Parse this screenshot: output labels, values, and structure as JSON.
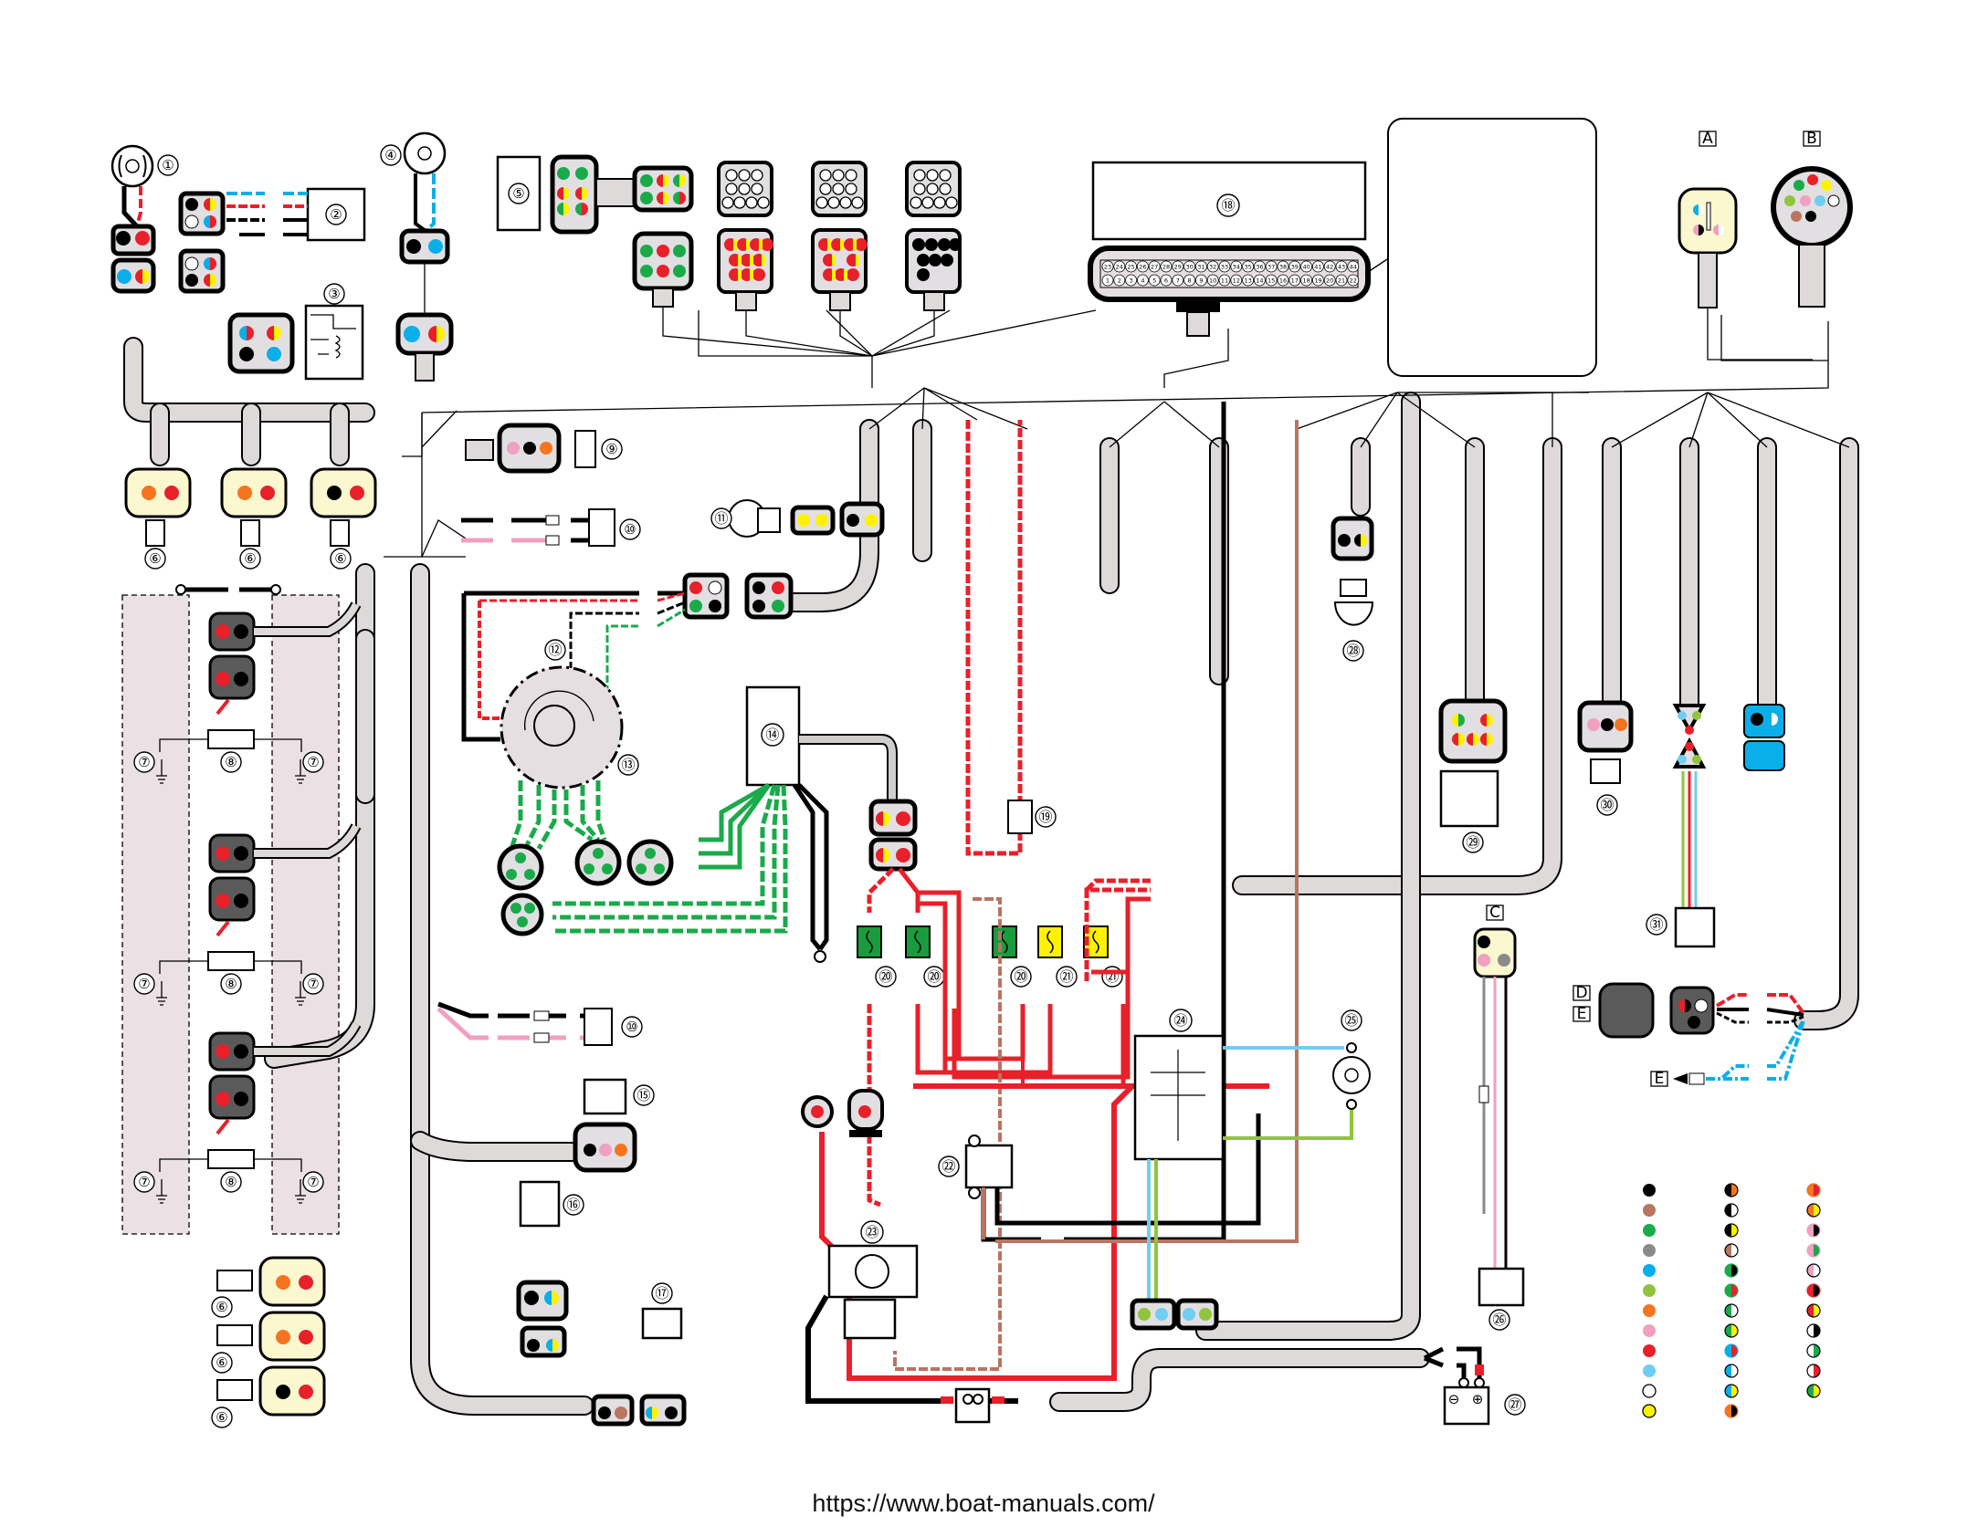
{
  "document": {
    "type": "outboard wiring diagram",
    "footer_url": "https://www.boat-manuals.com/"
  },
  "components": [
    {
      "id": "1",
      "label": "①"
    },
    {
      "id": "2",
      "label": "②"
    },
    {
      "id": "3",
      "label": "③"
    },
    {
      "id": "4",
      "label": "④"
    },
    {
      "id": "5",
      "label": "⑤"
    },
    {
      "id": "6",
      "label": "⑥"
    },
    {
      "id": "7",
      "label": "⑦"
    },
    {
      "id": "8",
      "label": "⑧"
    },
    {
      "id": "9",
      "label": "⑨"
    },
    {
      "id": "10",
      "label": "⑩"
    },
    {
      "id": "11",
      "label": "⑪"
    },
    {
      "id": "12",
      "label": "⑫"
    },
    {
      "id": "13",
      "label": "⑬"
    },
    {
      "id": "14",
      "label": "⑭"
    },
    {
      "id": "15",
      "label": "⑮"
    },
    {
      "id": "16",
      "label": "⑯"
    },
    {
      "id": "17",
      "label": "⑰"
    },
    {
      "id": "18",
      "label": "⑱"
    },
    {
      "id": "19",
      "label": "⑲"
    },
    {
      "id": "20",
      "label": "⑳"
    },
    {
      "id": "21",
      "label": "㉑"
    },
    {
      "id": "22",
      "label": "㉒"
    },
    {
      "id": "23",
      "label": "㉓"
    },
    {
      "id": "24",
      "label": "㉔"
    },
    {
      "id": "25",
      "label": "㉕"
    },
    {
      "id": "26",
      "label": "㉖"
    },
    {
      "id": "27",
      "label": "㉗"
    },
    {
      "id": "28",
      "label": "㉘"
    },
    {
      "id": "29",
      "label": "㉙"
    },
    {
      "id": "30",
      "label": "㉚"
    },
    {
      "id": "31",
      "label": "㉛"
    }
  ],
  "connector_refs": {
    "A": "A",
    "B": "B",
    "C": "C",
    "D": "D",
    "E": "E"
  },
  "ecu_connector": {
    "top_row_pins": [
      "23",
      "24",
      "25",
      "26",
      "27",
      "28",
      "29",
      "30",
      "31",
      "32",
      "33",
      "34",
      "35",
      "36",
      "37",
      "38",
      "39",
      "40",
      "41",
      "42",
      "43",
      "44"
    ],
    "bottom_row_pins": [
      "1",
      "2",
      "3",
      "4",
      "5",
      "6",
      "7",
      "8",
      "9",
      "10",
      "11",
      "12",
      "13",
      "14",
      "15",
      "16",
      "17",
      "18",
      "19",
      "20",
      "21",
      "22"
    ]
  },
  "battery": {
    "negative": "⊖",
    "positive": "⊕"
  },
  "color_legend": {
    "column_1": [
      {
        "name": "black",
        "colors": [
          "#000000"
        ]
      },
      {
        "name": "brown",
        "colors": [
          "#b87560"
        ]
      },
      {
        "name": "green",
        "colors": [
          "#1aaa4a"
        ]
      },
      {
        "name": "gray",
        "colors": [
          "#8a8a8a"
        ]
      },
      {
        "name": "blue",
        "colors": [
          "#0aaee8"
        ]
      },
      {
        "name": "light green",
        "colors": [
          "#8fc43c"
        ]
      },
      {
        "name": "orange",
        "colors": [
          "#f57420"
        ]
      },
      {
        "name": "pink",
        "colors": [
          "#f0a0c0"
        ]
      },
      {
        "name": "red",
        "colors": [
          "#e8202a"
        ]
      },
      {
        "name": "sky blue",
        "colors": [
          "#70cdf4"
        ]
      },
      {
        "name": "white",
        "colors": [
          "#ffffff"
        ]
      },
      {
        "name": "yellow",
        "colors": [
          "#fff200"
        ]
      }
    ],
    "column_2": [
      {
        "name": "black/orange",
        "colors": [
          "#000000",
          "#f57420"
        ]
      },
      {
        "name": "black/white",
        "colors": [
          "#000000",
          "#ffffff"
        ]
      },
      {
        "name": "black/yellow",
        "colors": [
          "#000000",
          "#fff200"
        ]
      },
      {
        "name": "brown/white",
        "colors": [
          "#b87560",
          "#ffffff"
        ]
      },
      {
        "name": "green/black",
        "colors": [
          "#1aaa4a",
          "#000000"
        ]
      },
      {
        "name": "green/red",
        "colors": [
          "#1aaa4a",
          "#e8202a"
        ]
      },
      {
        "name": "green/white",
        "colors": [
          "#1aaa4a",
          "#ffffff"
        ]
      },
      {
        "name": "green/yellow",
        "colors": [
          "#1aaa4a",
          "#fff200"
        ]
      },
      {
        "name": "blue/red",
        "colors": [
          "#0aaee8",
          "#e8202a"
        ]
      },
      {
        "name": "blue/white",
        "colors": [
          "#0aaee8",
          "#ffffff"
        ]
      },
      {
        "name": "blue/yellow",
        "colors": [
          "#0aaee8",
          "#fff200"
        ]
      },
      {
        "name": "orange/black",
        "colors": [
          "#f57420",
          "#000000"
        ]
      }
    ],
    "column_3": [
      {
        "name": "orange/red",
        "colors": [
          "#f57420",
          "#e8202a"
        ]
      },
      {
        "name": "orange/yellow",
        "colors": [
          "#f57420",
          "#fff200"
        ]
      },
      {
        "name": "pink/black",
        "colors": [
          "#f0a0c0",
          "#000000"
        ]
      },
      {
        "name": "pink/green",
        "colors": [
          "#f0a0c0",
          "#1aaa4a"
        ]
      },
      {
        "name": "pink/white",
        "colors": [
          "#f0a0c0",
          "#ffffff"
        ]
      },
      {
        "name": "red/black",
        "colors": [
          "#e8202a",
          "#000000"
        ]
      },
      {
        "name": "red/yellow",
        "colors": [
          "#e8202a",
          "#fff200"
        ]
      },
      {
        "name": "white/black",
        "colors": [
          "#ffffff",
          "#000000"
        ]
      },
      {
        "name": "white/green",
        "colors": [
          "#ffffff",
          "#1aaa4a"
        ]
      },
      {
        "name": "white/red",
        "colors": [
          "#ffffff",
          "#e8202a"
        ]
      },
      {
        "name": "yellow/green",
        "colors": [
          "#1aaa4a",
          "#fff200"
        ]
      }
    ]
  },
  "palette": {
    "harness_fill": "#dedada",
    "connector_fill": "#e2dfe2",
    "connector_yellow_fill": "#fbf7cf",
    "shaded_zone": "#ebe0e4",
    "fuse_green": "#1a9c3e",
    "fuse_yellow": "#fff200"
  }
}
